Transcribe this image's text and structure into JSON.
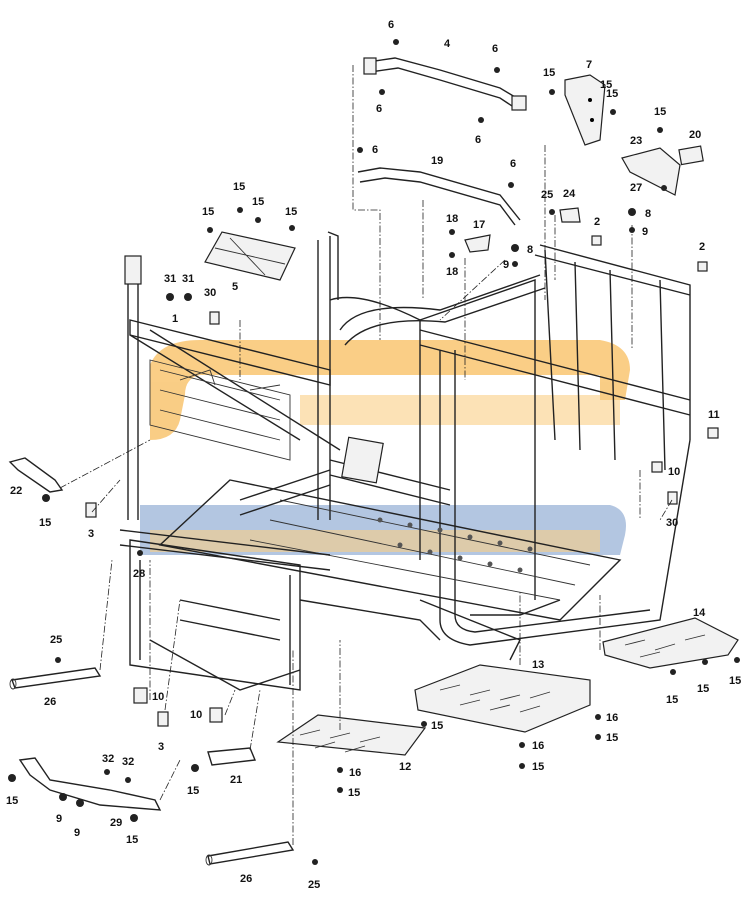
{
  "watermark": {
    "color_primary": "#F5A623",
    "color_secondary": "#3A6BB0"
  },
  "callouts": {
    "c1": "1",
    "c2a": "2",
    "c2b": "2",
    "c3a": "3",
    "c3b": "3",
    "c4": "4",
    "c5": "5",
    "c6a": "6",
    "c6b": "6",
    "c6c": "6",
    "c6d": "6",
    "c6e": "6",
    "c6f": "6",
    "c7": "7",
    "c8a": "8",
    "c8b": "8",
    "c9a": "9",
    "c9b": "9",
    "c9c": "9",
    "c9d": "9",
    "c10a": "10",
    "c10b": "10",
    "c10c": "10",
    "c11": "11",
    "c12": "12",
    "c13": "13",
    "c14": "14",
    "c15a": "15",
    "c15b": "15",
    "c15c": "15",
    "c15d": "15",
    "c15e": "15",
    "c15f": "15",
    "c15g": "15",
    "c15h": "15",
    "c15i": "15",
    "c15j": "15",
    "c15k": "15",
    "c15l": "15",
    "c15m": "15",
    "c15n": "15",
    "c15o": "15",
    "c15p": "15",
    "c15q": "15",
    "c15r": "15",
    "c15s": "15",
    "c16a": "16",
    "c16b": "16",
    "c16c": "16",
    "c17": "17",
    "c18a": "18",
    "c18b": "18",
    "c19": "19",
    "c20": "20",
    "c21": "21",
    "c22": "22",
    "c23": "23",
    "c24": "24",
    "c25a": "25",
    "c25b": "25",
    "c25c": "25",
    "c26a": "26",
    "c26b": "26",
    "c27": "27",
    "c28": "28",
    "c29": "29",
    "c30a": "30",
    "c30b": "30",
    "c31a": "31",
    "c31b": "31",
    "c32a": "32",
    "c32b": "32"
  }
}
